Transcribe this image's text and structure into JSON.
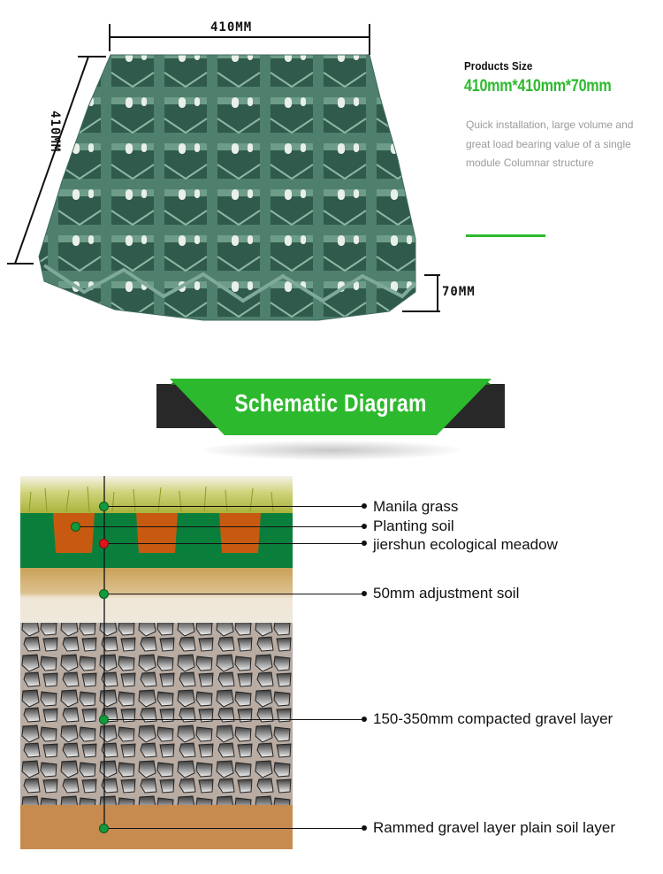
{
  "product": {
    "dimensions": {
      "width_label": "410MM",
      "depth_label": "410MM",
      "height_label": "70MM"
    },
    "colors": {
      "grid_panel": "#5a8a78",
      "dimension_lines": "#111111"
    }
  },
  "specs": {
    "title": "Products Size",
    "value": "410mm*410mm*70mm",
    "description": "Quick installation, large volume and great load bearing value of a single module Columnar structure",
    "accent_color": "#2db92d"
  },
  "banner": {
    "title": "Schematic Diagram",
    "green": "#2db92d",
    "dark": "#282828"
  },
  "schematic": {
    "layers": [
      {
        "label": "Manila grass",
        "dot_color": "#139a3e"
      },
      {
        "label": "Planting soil",
        "dot_color": "#139a3e"
      },
      {
        "label": "jiershun ecological meadow",
        "dot_color": "#e0141e"
      },
      {
        "label": "50mm adjustment soil",
        "dot_color": "#139a3e"
      },
      {
        "label": "150-350mm compacted gravel layer",
        "dot_color": "#139a3e"
      },
      {
        "label": "Rammed gravel layer plain soil layer",
        "dot_color": "#139a3e"
      }
    ]
  }
}
